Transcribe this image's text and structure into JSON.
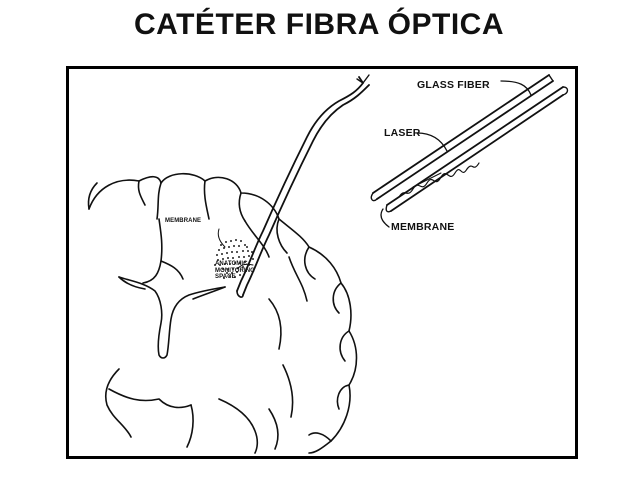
{
  "title": "CATÉTER FIBRA ÓPTICA",
  "labels": {
    "glass_fiber": "GLASS FIBER",
    "laser": "LASER",
    "membrane_main": "MEMBRANE",
    "membrane_small": "MEMBRANE",
    "anatomic_line1": "ANATOMIC",
    "anatomic_line2": "MONITORING",
    "anatomic_line3": "SPACE"
  }
}
